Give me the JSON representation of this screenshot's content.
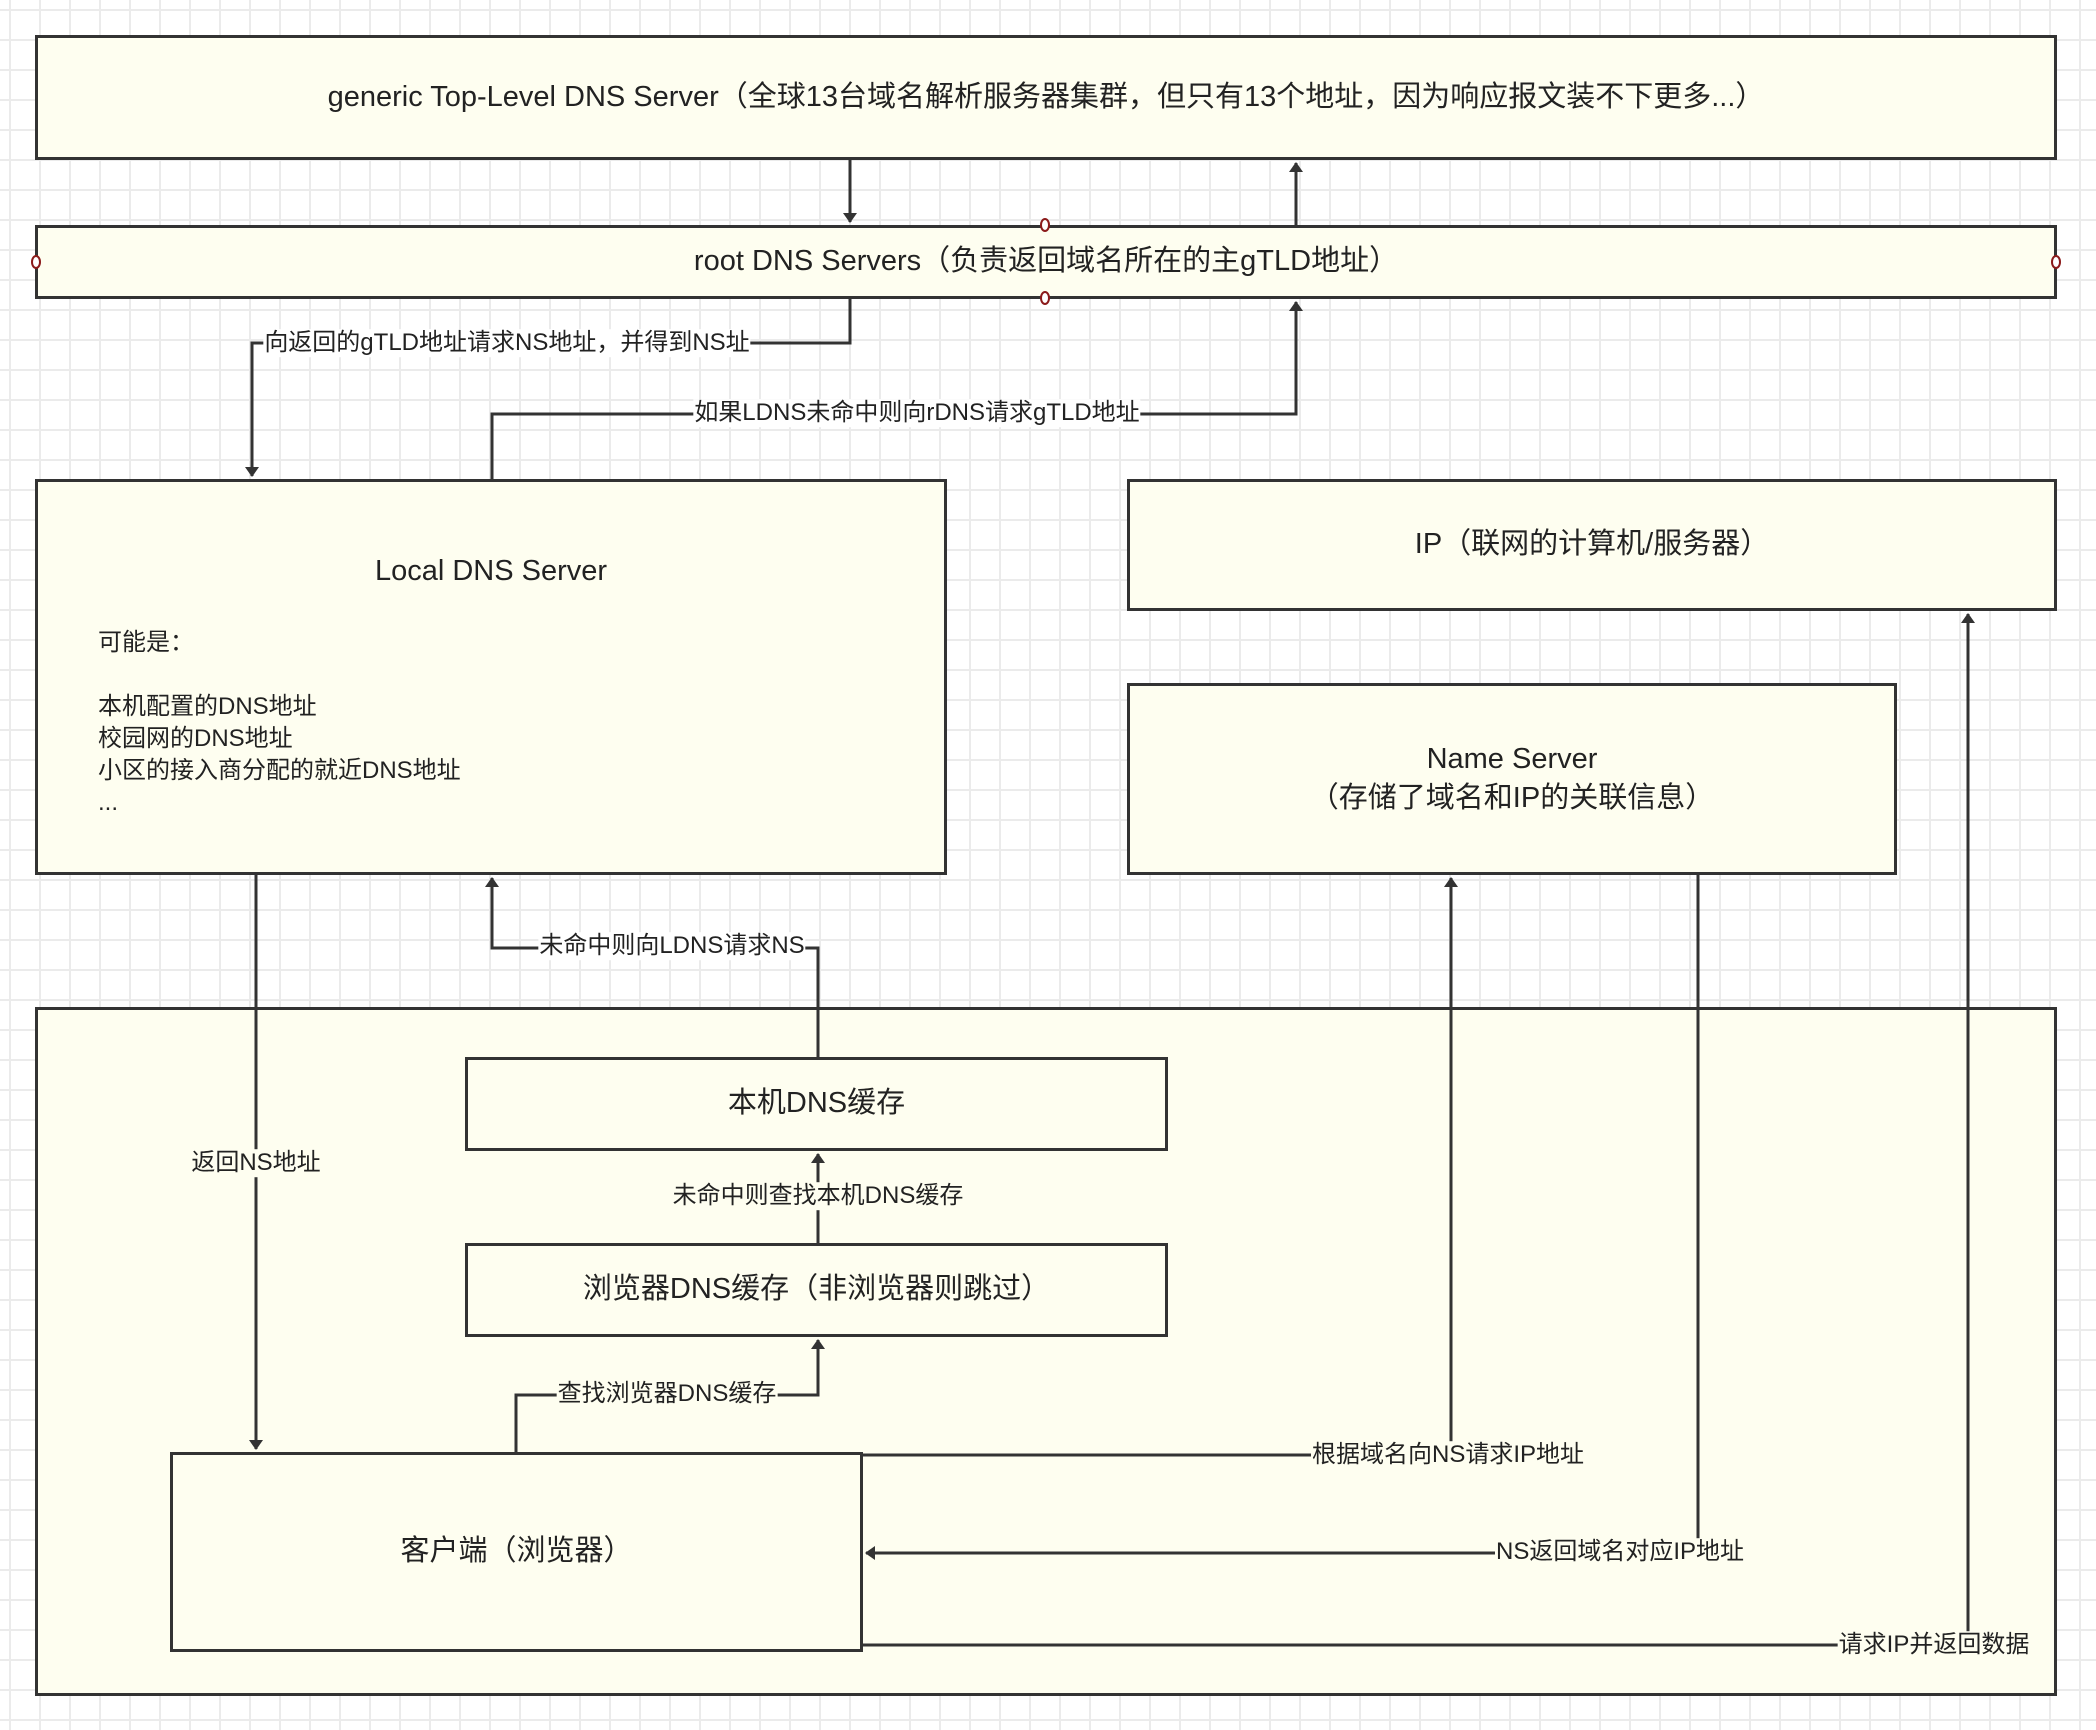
{
  "nodes": {
    "gtld": {
      "label": "generic Top-Level DNS Server（全球13台域名解析服务器集群，但只有13个地址，因为响应报文装不下更多...）"
    },
    "root": {
      "label": "root DNS Servers（负责返回域名所在的主gTLD地址）"
    },
    "local": {
      "title": "Local DNS Server",
      "description": "可能是：\n\n本机配置的DNS地址\n校园网的DNS地址\n小区的接入商分配的就近DNS地址\n..."
    },
    "ip": {
      "label": "IP（联网的计算机/服务器）"
    },
    "name_server": {
      "label": "Name Server\n（存储了域名和IP的关联信息）"
    },
    "host_cache": {
      "label": "本机DNS缓存"
    },
    "browser_cache": {
      "label": "浏览器DNS缓存（非浏览器则跳过）"
    },
    "client": {
      "label": "客户端（浏览器）"
    }
  },
  "edges": {
    "root_to_ldns": "向返回的gTLD地址请求NS地址，并得到NS址",
    "ldns_to_root": "如果LDNS未命中则向rDNS请求gTLD地址",
    "host_to_ldns": "未命中则向LDNS请求NS",
    "ldns_to_client": "返回NS地址",
    "browser_to_host": "未命中则查找本机DNS缓存",
    "client_to_browser": "查找浏览器DNS缓存",
    "client_to_ns": "根据域名向NS请求IP地址",
    "ns_to_client": "NS返回域名对应IP地址",
    "client_to_ip": "请求IP并返回数据"
  },
  "colors": {
    "fill": "#fefef0",
    "stroke": "#333333",
    "handle": "#8b1a1a",
    "grid": "#ebebeb"
  }
}
